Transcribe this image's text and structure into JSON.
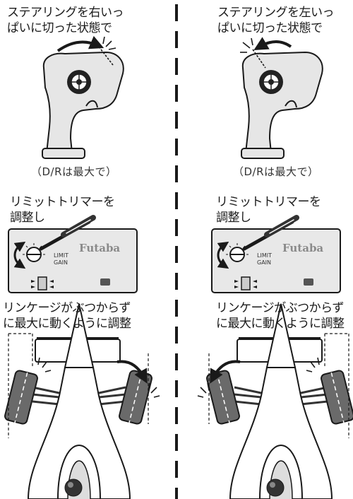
{
  "left": {
    "caption_lines": [
      "ステアリングを右いっ",
      "ぱいに切った状態で"
    ],
    "dr_note": "（D/Rは最大で）",
    "limit_lines": [
      "リミットトリマーを",
      "調整し"
    ],
    "linkage_lines": [
      "リンケージがぶつからず",
      "に最大に動くように調整"
    ]
  },
  "right": {
    "caption_lines": [
      "ステアリングを左いっ",
      "ぱいに切った状態で"
    ],
    "dr_note": "（D/Rは最大で）",
    "limit_lines": [
      "リミットトリマーを",
      "調整し"
    ],
    "linkage_lines": [
      "リンケージがぶつからず",
      "に最大に動くように調整"
    ]
  },
  "panel": {
    "brand": "Futaba",
    "limit_label": "LIMIT",
    "gain_label": "GAIN"
  },
  "colors": {
    "device_fill": "#e6e6e6",
    "outline": "#1a1a1a",
    "panel_fill": "#e8e8e8"
  }
}
